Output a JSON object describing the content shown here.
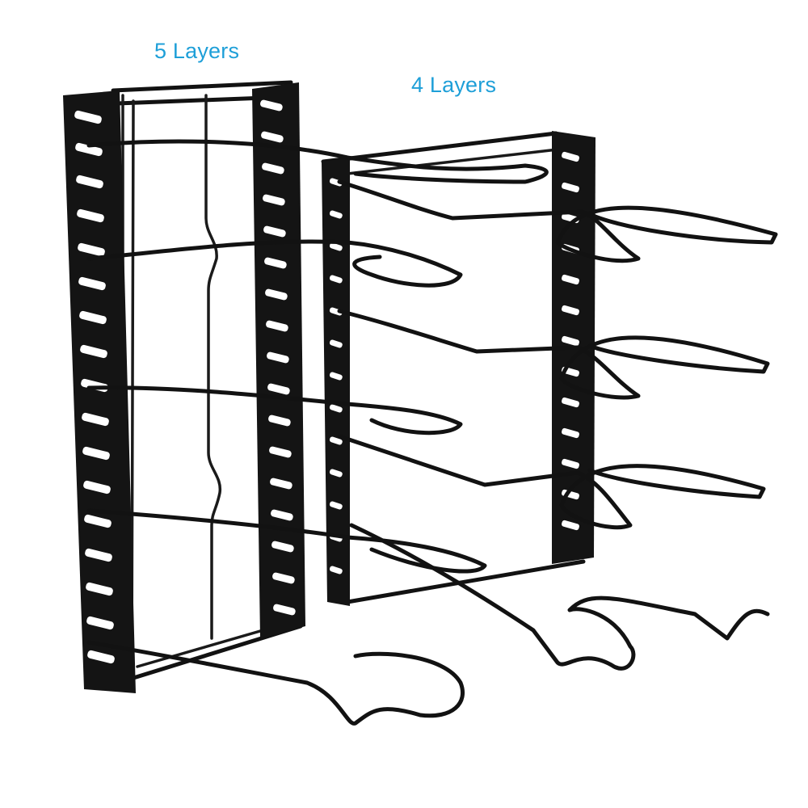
{
  "labels": {
    "five": "5 Layers",
    "four": "4 Layers"
  },
  "colors": {
    "label": "#1e9fd8",
    "metal": "#141414",
    "background": "#ffffff"
  },
  "racks": {
    "five_layer": {
      "layers": 5
    },
    "four_layer": {
      "layers": 4
    }
  }
}
